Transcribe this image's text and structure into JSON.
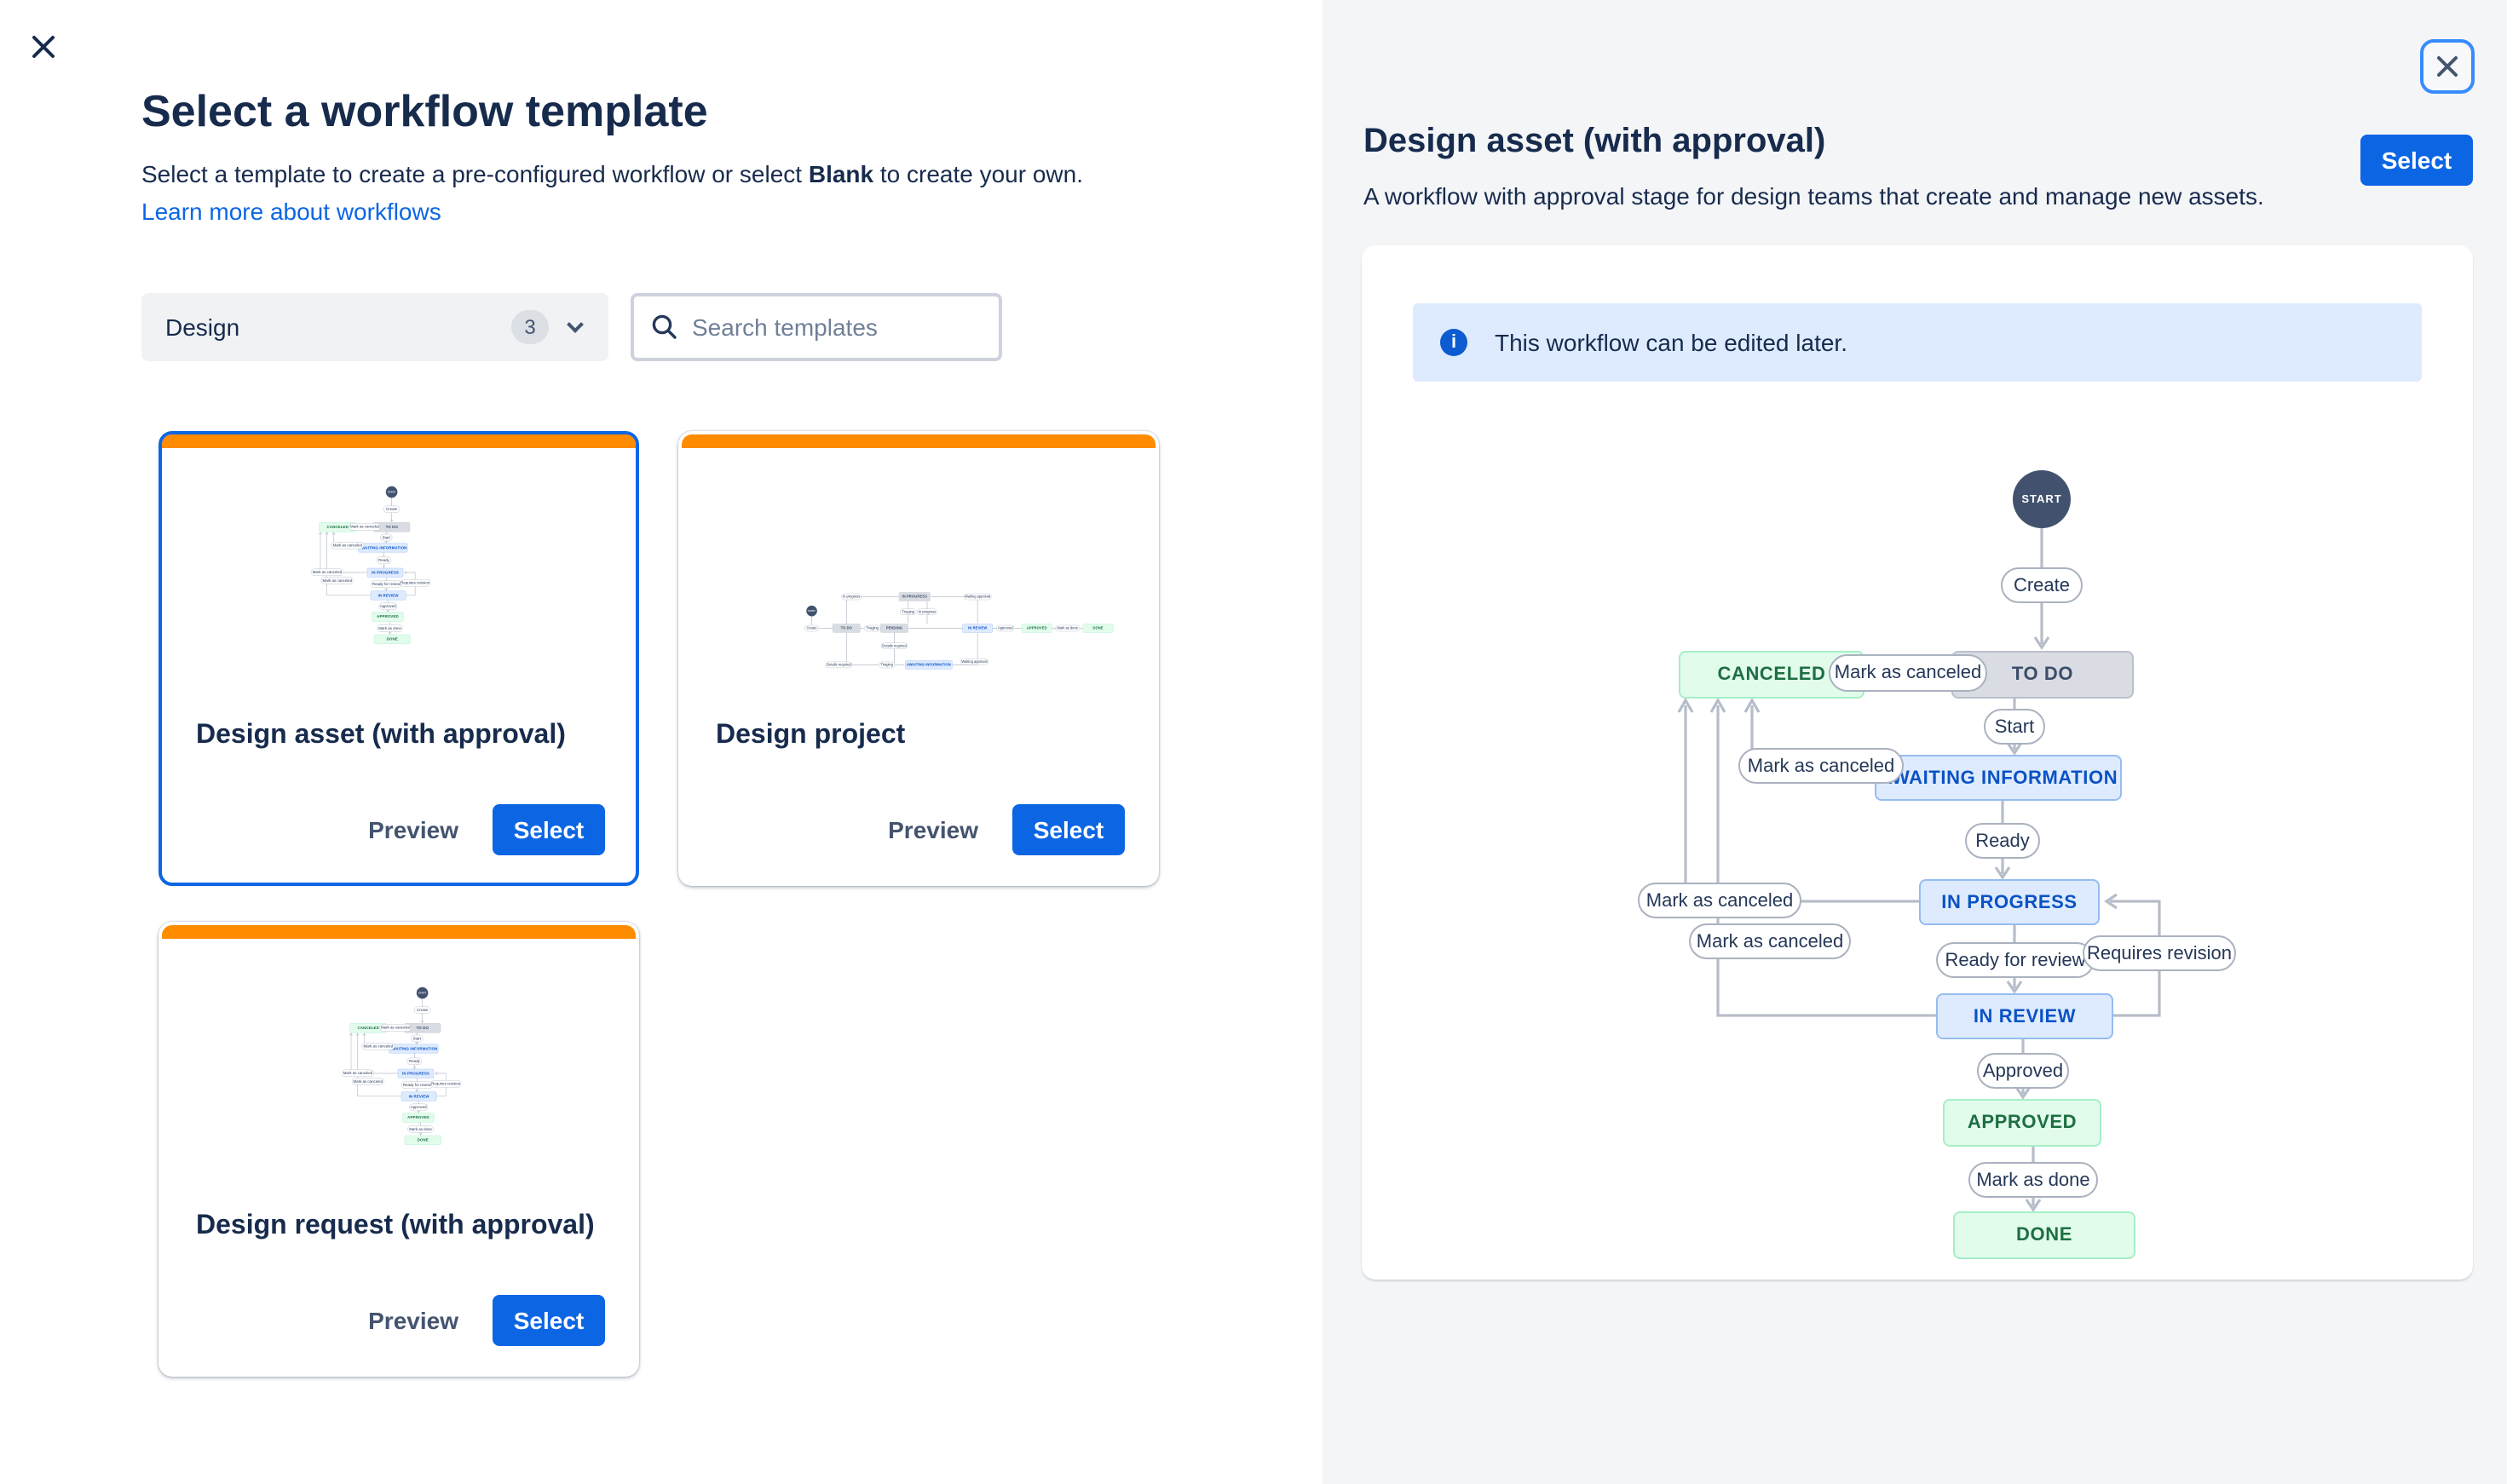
{
  "modal": {
    "title": "Select a workflow template",
    "subtitle_prefix": "Select a template to create a pre-configured workflow or select ",
    "subtitle_bold": "Blank",
    "subtitle_suffix": " to create your own.",
    "learn_more": "Learn more about workflows"
  },
  "filters": {
    "category": {
      "label": "Design",
      "count": "3"
    },
    "search": {
      "placeholder": "Search templates"
    }
  },
  "cards": [
    {
      "title": "Design asset (with approval)",
      "preview": "Preview",
      "select": "Select",
      "selected": true
    },
    {
      "title": "Design project",
      "preview": "Preview",
      "select": "Select",
      "selected": false
    },
    {
      "title": "Design request (with approval)",
      "preview": "Preview",
      "select": "Select",
      "selected": false
    }
  ],
  "preview_panel": {
    "title": "Design asset (with approval)",
    "description": "A workflow with approval stage for design teams that create and manage new assets.",
    "select": "Select",
    "banner": "This workflow can be edited later."
  },
  "diagram": {
    "start": "START",
    "create": "Create",
    "canceled": "CANCELED",
    "mark_as_canceled": "Mark as canceled",
    "todo": "TO DO",
    "start_transition": "Start",
    "awaiting_information": "AWAITING INFORMATION",
    "ready": "Ready",
    "in_progress": "IN PROGRESS",
    "ready_for_review": "Ready for review",
    "requires_revision": "Requires revision",
    "in_review": "IN REVIEW",
    "approved_transition": "Approved",
    "approved": "APPROVED",
    "mark_as_done": "Mark as done",
    "done": "DONE"
  },
  "thumb2": {
    "start": "START",
    "create": "Create",
    "todo": "TO DO",
    "triaging": "Triaging",
    "pending": "PENDING",
    "in_progress_transition": "In progress",
    "in_progress": "IN PROGRESS",
    "details_required": "Details required",
    "awaiting_information": "AWAITING INFORMATION",
    "waiting_approval": "Waiting approval",
    "in_review": "IN REVIEW",
    "approved_transition": "Approved",
    "approved": "APPROVED",
    "mark_as_done": "Mark as done",
    "done": "DONE"
  },
  "colors": {
    "accent_blue": "#0C66E4",
    "card_accent_orange": "#FF8B00",
    "banner_bg": "#DEEBFF",
    "status_blue_bg": "#DEEBFF",
    "status_green_bg": "#E2FCEC",
    "status_gray_bg": "#D9DDE3",
    "panel_bg": "#F4F5F7",
    "text_navy": "#172B4D"
  }
}
